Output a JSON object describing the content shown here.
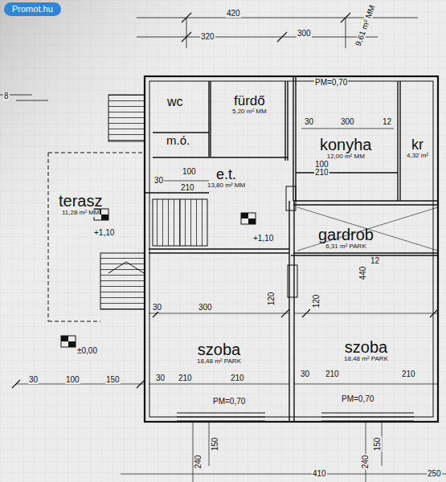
{
  "diagram": {
    "nodes": [
      {
        "text": [
          "terasz",
          "11,28 m² MM"
        ]
      },
      {
        "text": [
          "wc"
        ]
      },
      {
        "text": [
          "m.ó."
        ]
      },
      {
        "text": [
          "fürdő",
          "5,20 m² MM"
        ]
      },
      {
        "text": [
          "konyha",
          "12,00 m² MM"
        ]
      },
      {
        "text": [
          "kr",
          "4,32 m²"
        ]
      },
      {
        "text": [
          "e.t.",
          "13,80 m² MM"
        ]
      },
      {
        "text": [
          "gardrob",
          "6,31 m² PARK"
        ]
      },
      {
        "text": [
          "szoba",
          "18,48 m² PARK"
        ]
      },
      {
        "text": [
          "szoba",
          "18,48 m² PARK"
        ]
      }
    ],
    "labels": [
      "Promot.hu",
      "420",
      "320",
      "300",
      "9,61 m² MM",
      "PM=0,70",
      "8",
      "30",
      "300",
      "12",
      "100",
      "30",
      "210",
      "100",
      "210",
      "+1,10",
      "+1,10",
      "±0,00",
      "30",
      "300",
      "120",
      "120",
      "440",
      "12",
      "30",
      "210",
      "210",
      "30",
      "210",
      "210",
      "PM=0,70",
      "PM=0,70",
      "30",
      "100",
      "150",
      "240",
      "150",
      "410",
      "240",
      "150",
      "250"
    ]
  }
}
